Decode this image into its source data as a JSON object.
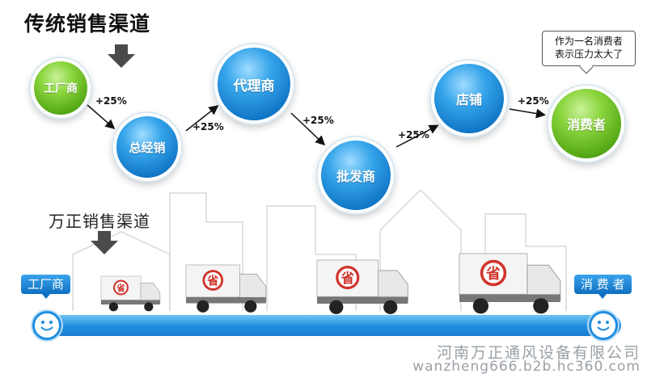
{
  "traditional": {
    "title": "传统销售渠道",
    "nodes": {
      "factory": "工厂商",
      "general_distributor": "总经销",
      "agent": "代理商",
      "wholesaler": "批发商",
      "store": "店铺",
      "consumer": "消费者"
    },
    "markup": [
      "+25%",
      "+25%",
      "+25%",
      "+25%",
      "+25%"
    ],
    "speech": [
      "作为一名消费者",
      "表示压力太大了"
    ]
  },
  "wanzheng": {
    "title": "万正销售渠道",
    "start": "工厂商",
    "end": "消 费 者",
    "truck_sign": "省"
  },
  "footer": {
    "company": "河南万正通风设备有限公司",
    "url": "wanzheng666.b2b.hc360.com"
  },
  "colors": {
    "green": "#58b11b",
    "blue": "#1a80d0",
    "track": "#1f8ee0",
    "sign_red": "#d0342c"
  }
}
